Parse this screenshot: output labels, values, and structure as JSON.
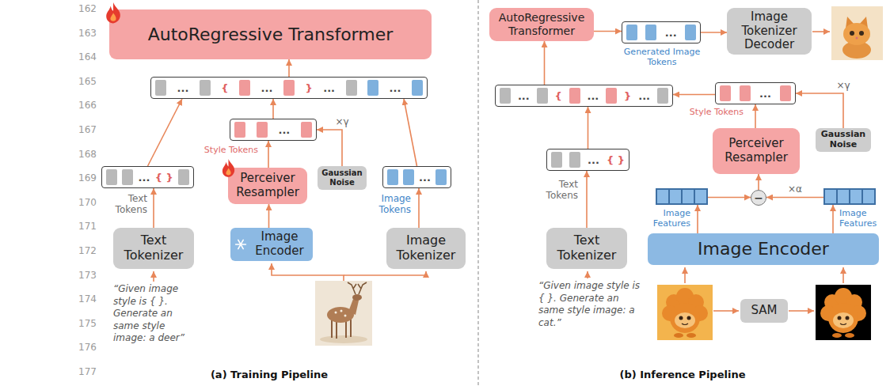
{
  "diagram": {
    "nodes": [
      {
        "text": [
          "AutoRegressive Transformer"
        ]
      },
      {
        "text": [
          "...",
          "{",
          "...",
          "}",
          "...",
          "..."
        ]
      },
      {
        "text": [
          "...",
          "Style Tokens"
        ]
      },
      {
        "text": [
          "...",
          "{ }",
          "Text Tokens"
        ]
      },
      {
        "text": [
          "Perceiver Resampler"
        ]
      },
      {
        "text": [
          "Gaussian Noise"
        ]
      },
      {
        "text": [
          "...",
          "Image Tokens"
        ]
      },
      {
        "text": [
          "Text Tokenizer"
        ]
      },
      {
        "text": [
          "Image Encoder"
        ]
      },
      {
        "text": [
          "Image Tokenizer"
        ]
      },
      {
        "text": [
          "AutoRegressive Transformer"
        ]
      },
      {
        "text": [
          "...",
          "Generated Image Tokens"
        ]
      },
      {
        "text": [
          "Image Tokenizer Decoder"
        ]
      },
      {
        "text": [
          "...",
          "{",
          "...",
          "}",
          "..."
        ]
      },
      {
        "text": [
          "...",
          "Style Tokens"
        ]
      },
      {
        "text": [
          "Gaussian Noise"
        ]
      },
      {
        "text": [
          "Perceiver Resampler"
        ]
      },
      {
        "text": [
          "...",
          "{ }",
          "Text Tokens"
        ]
      },
      {
        "text": [
          "Image Features"
        ]
      },
      {
        "text": [
          "−"
        ]
      },
      {
        "text": [
          "Image Features"
        ]
      },
      {
        "text": [
          "Text Tokenizer"
        ]
      },
      {
        "text": [
          "Image Encoder"
        ]
      },
      {
        "text": [
          "SAM"
        ]
      }
    ],
    "edges": [
      {
        "from": 7,
        "to": 3,
        "arrow": "to"
      },
      {
        "from": 3,
        "to": 1,
        "arrow": "to"
      },
      {
        "from": 8,
        "to": 4,
        "arrow": "to"
      },
      {
        "from": 4,
        "to": 2,
        "arrow": "to"
      },
      {
        "from": 5,
        "to": 2,
        "label": "×γ",
        "arrow": "to"
      },
      {
        "from": 2,
        "to": 1,
        "arrow": "to"
      },
      {
        "from": 9,
        "to": 6,
        "arrow": "to"
      },
      {
        "from": 6,
        "to": 1,
        "arrow": "to"
      },
      {
        "from": 1,
        "to": 0,
        "arrow": "to"
      },
      {
        "from": 10,
        "to": 11,
        "arrow": "to"
      },
      {
        "from": 11,
        "to": 12,
        "arrow": "to"
      },
      {
        "from": 21,
        "to": 17,
        "arrow": "to"
      },
      {
        "from": 17,
        "to": 13,
        "arrow": "to"
      },
      {
        "from": 14,
        "to": 13,
        "arrow": "to"
      },
      {
        "from": 13,
        "to": 10,
        "arrow": "to"
      },
      {
        "from": 16,
        "to": 14,
        "arrow": "to"
      },
      {
        "from": 15,
        "to": 14,
        "label": "×γ",
        "arrow": "to"
      },
      {
        "from": 22,
        "to": 18,
        "arrow": "to"
      },
      {
        "from": 22,
        "to": 20,
        "arrow": "to"
      },
      {
        "from": 20,
        "to": 19,
        "label": "×α",
        "arrow": "to"
      },
      {
        "from": 18,
        "to": 19,
        "arrow": "to"
      },
      {
        "from": 19,
        "to": 16,
        "arrow": "to"
      }
    ],
    "labels": [
      "162",
      "163",
      "164",
      "165",
      "166",
      "167",
      "168",
      "169",
      "170",
      "171",
      "172",
      "173",
      "174",
      "175",
      "176",
      "177",
      "“Given image style is { }. Generate an same style image: a deer”",
      "(a) Training Pipeline",
      "“Given image style is { }. Generate an same style image: a cat.”",
      "(b) Inference Pipeline"
    ]
  }
}
